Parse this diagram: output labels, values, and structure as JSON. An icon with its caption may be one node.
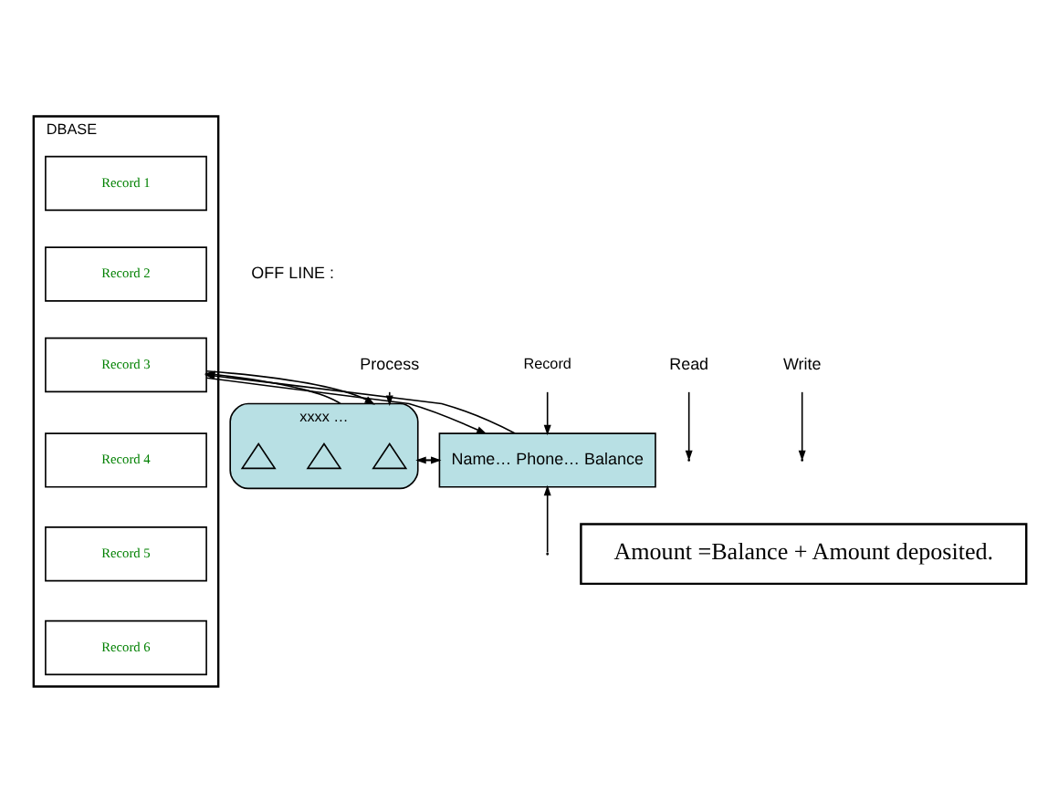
{
  "diagram": {
    "nodes": [
      {
        "text": [
          "DBASE"
        ]
      },
      {
        "text": [
          "Record 1"
        ],
        "in": 0
      },
      {
        "text": [
          "Record 2"
        ],
        "in": 0
      },
      {
        "text": [
          "Record 3"
        ],
        "in": 0
      },
      {
        "text": [
          "Record 4"
        ],
        "in": 0
      },
      {
        "text": [
          "Record 5"
        ],
        "in": 0
      },
      {
        "text": [
          "Record 6"
        ],
        "in": 0
      },
      {
        "text": [
          "xxxx …"
        ]
      },
      {
        "text": [],
        "shape": "triangle",
        "in": 7
      },
      {
        "text": [],
        "shape": "triangle",
        "in": 7
      },
      {
        "text": [],
        "shape": "triangle",
        "in": 7
      },
      {
        "text": [
          "Name… Phone… Balance"
        ]
      },
      {
        "text": [
          "Process"
        ]
      },
      {
        "text": [
          "Read"
        ]
      },
      {
        "text": [
          "Write"
        ]
      },
      {
        "text": [
          "Record"
        ]
      },
      {
        "text": [
          "Amount =Balance + Amount deposited."
        ]
      }
    ],
    "edges": [
      {
        "from": 3,
        "to": 11,
        "arrow": "to"
      },
      {
        "from": 11,
        "to": 3,
        "arrow": "to"
      },
      {
        "from": 3,
        "to": 7,
        "arrow": "to"
      },
      {
        "from": 7,
        "to": 3,
        "arrow": "to"
      },
      {
        "from": 7,
        "to": 11,
        "arrow": "to"
      },
      {
        "from": 11,
        "to": 7,
        "arrow": "to"
      },
      {
        "from": 12,
        "to": 7,
        "arrow": "to"
      },
      {
        "from": 13,
        "to": null,
        "arrow": "to"
      },
      {
        "from": 14,
        "to": null,
        "arrow": "to"
      },
      {
        "from": 15,
        "to": 11,
        "arrow": "to"
      },
      {
        "from": null,
        "to": 11,
        "arrow": "to"
      }
    ],
    "labels": [
      "OFF LINE :"
    ]
  }
}
